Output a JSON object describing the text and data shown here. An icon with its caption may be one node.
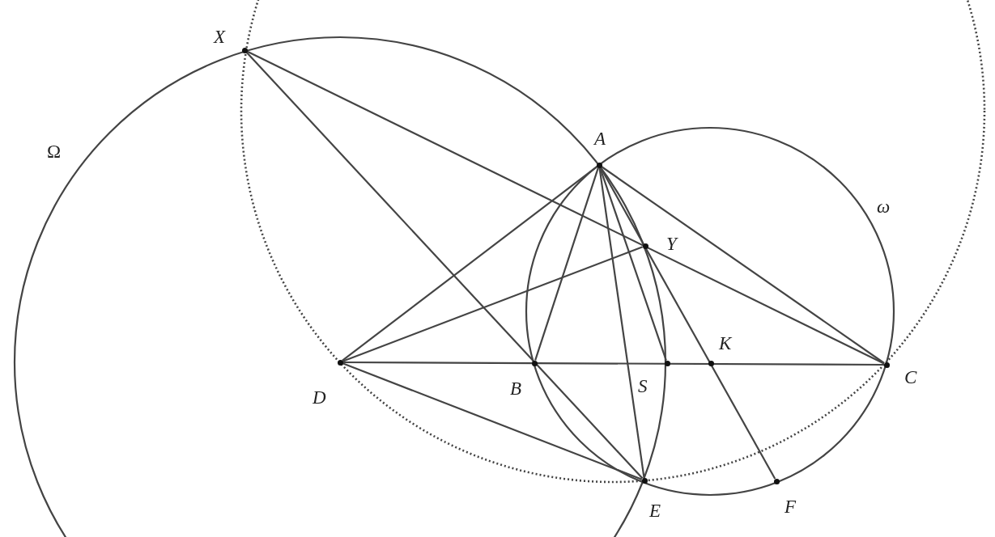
{
  "diagram": {
    "nodes": [
      {
        "text": [
          "X"
        ]
      },
      {
        "text": [
          "A"
        ]
      },
      {
        "text": [
          "Y"
        ]
      },
      {
        "text": [
          "D"
        ]
      },
      {
        "text": [
          "B"
        ]
      },
      {
        "text": [
          "S"
        ]
      },
      {
        "text": [
          "K"
        ]
      },
      {
        "text": [
          "C"
        ]
      },
      {
        "text": [
          "E"
        ]
      },
      {
        "text": [
          "F"
        ]
      }
    ],
    "edges": [
      {
        "from": 0,
        "to": 8,
        "arrow": "none"
      },
      {
        "from": 0,
        "to": 7,
        "arrow": "none"
      },
      {
        "from": 1,
        "to": 3,
        "arrow": "none"
      },
      {
        "from": 1,
        "to": 4,
        "arrow": "none"
      },
      {
        "from": 1,
        "to": 8,
        "arrow": "none"
      },
      {
        "from": 1,
        "to": 5,
        "arrow": "none"
      },
      {
        "from": 1,
        "to": 9,
        "arrow": "none"
      },
      {
        "from": 1,
        "to": 7,
        "arrow": "none"
      },
      {
        "from": 3,
        "to": 2,
        "arrow": "none"
      },
      {
        "from": 3,
        "to": 7,
        "arrow": "none"
      },
      {
        "from": 3,
        "to": 8,
        "arrow": "none"
      }
    ],
    "labels": [
      "Ω",
      "ω"
    ]
  }
}
